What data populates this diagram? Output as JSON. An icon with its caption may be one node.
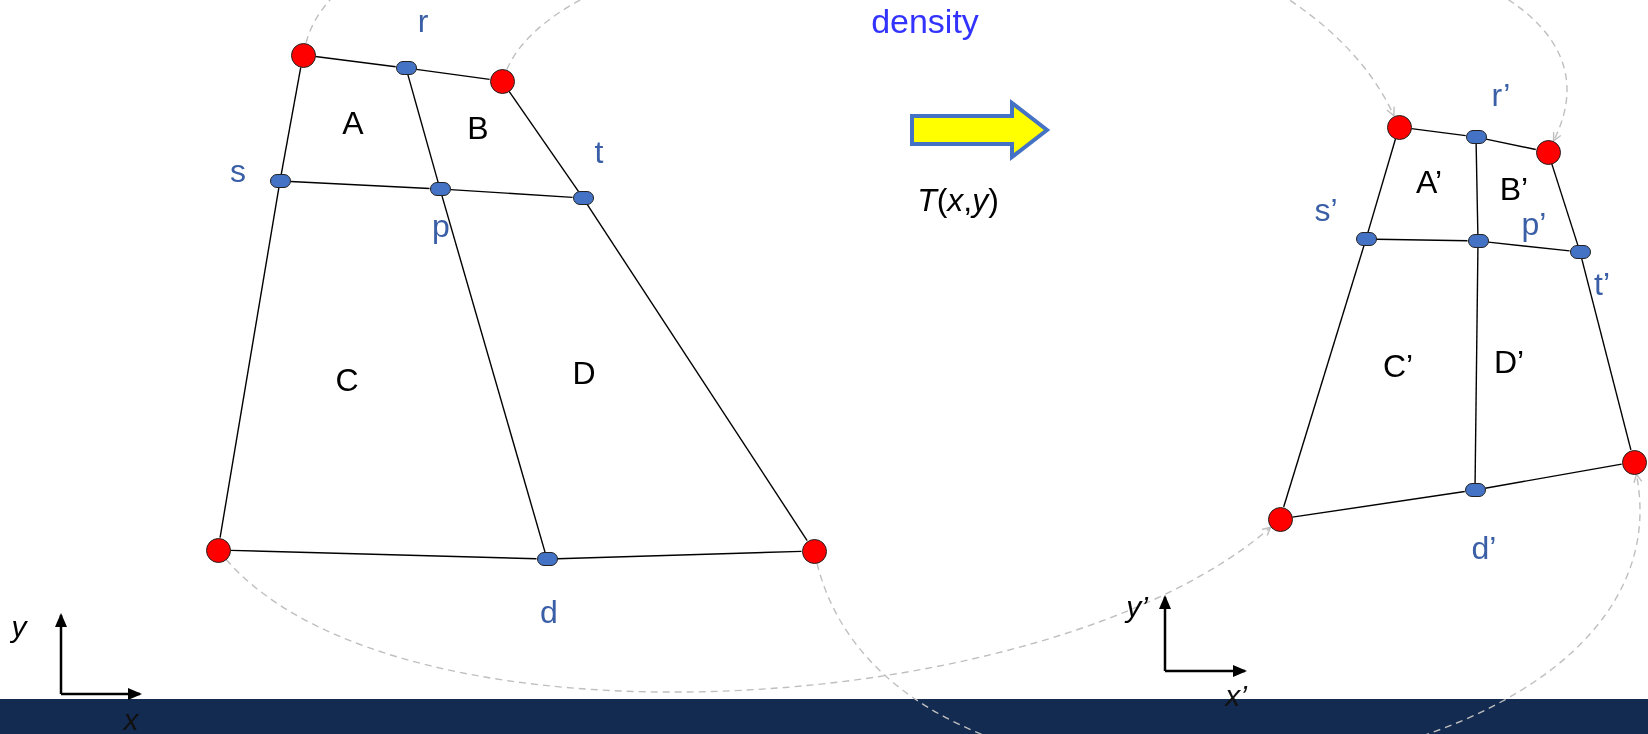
{
  "diagram": {
    "nodes": [
      {
        "text": [],
        "shape": "circle"
      },
      {
        "text": [],
        "shape": "circle",
        "beside": [
          "r"
        ]
      },
      {
        "text": [],
        "shape": "circle"
      },
      {
        "text": [],
        "shape": "circle",
        "beside": [
          "s"
        ]
      },
      {
        "text": [],
        "shape": "circle",
        "beside": [
          "p"
        ]
      },
      {
        "text": [],
        "shape": "circle",
        "beside": [
          "t"
        ]
      },
      {
        "text": [],
        "shape": "circle"
      },
      {
        "text": [],
        "shape": "circle",
        "beside": [
          "d"
        ]
      },
      {
        "text": [],
        "shape": "circle"
      },
      {
        "text": [],
        "shape": "circle"
      },
      {
        "text": [],
        "shape": "circle",
        "beside": [
          "r’"
        ]
      },
      {
        "text": [],
        "shape": "circle"
      },
      {
        "text": [],
        "shape": "circle",
        "beside": [
          "s’"
        ]
      },
      {
        "text": [],
        "shape": "circle",
        "beside": [
          "p’"
        ]
      },
      {
        "text": [],
        "shape": "circle",
        "beside": [
          "t’"
        ]
      },
      {
        "text": [],
        "shape": "circle"
      },
      {
        "text": [],
        "shape": "circle",
        "beside": [
          "d’"
        ]
      },
      {
        "text": [],
        "shape": "circle"
      }
    ],
    "edges": [
      {
        "from": 0,
        "to": 1,
        "arrow": "none"
      },
      {
        "from": 1,
        "to": 2,
        "arrow": "none"
      },
      {
        "from": 0,
        "to": 3,
        "arrow": "none"
      },
      {
        "from": 3,
        "to": 6,
        "arrow": "none"
      },
      {
        "from": 3,
        "to": 4,
        "arrow": "none"
      },
      {
        "from": 4,
        "to": 5,
        "arrow": "none"
      },
      {
        "from": 2,
        "to": 5,
        "arrow": "none"
      },
      {
        "from": 5,
        "to": 8,
        "arrow": "none"
      },
      {
        "from": 6,
        "to": 7,
        "arrow": "none"
      },
      {
        "from": 7,
        "to": 8,
        "arrow": "none"
      },
      {
        "from": 1,
        "to": 4,
        "arrow": "none"
      },
      {
        "from": 4,
        "to": 7,
        "arrow": "none"
      },
      {
        "from": 9,
        "to": 10,
        "arrow": "none"
      },
      {
        "from": 10,
        "to": 11,
        "arrow": "none"
      },
      {
        "from": 9,
        "to": 12,
        "arrow": "none"
      },
      {
        "from": 12,
        "to": 15,
        "arrow": "none"
      },
      {
        "from": 12,
        "to": 13,
        "arrow": "none"
      },
      {
        "from": 13,
        "to": 14,
        "arrow": "none"
      },
      {
        "from": 11,
        "to": 14,
        "arrow": "none"
      },
      {
        "from": 14,
        "to": 17,
        "arrow": "none"
      },
      {
        "from": 15,
        "to": 16,
        "arrow": "none"
      },
      {
        "from": 16,
        "to": 17,
        "arrow": "none"
      },
      {
        "from": 10,
        "to": 13,
        "arrow": "none"
      },
      {
        "from": 13,
        "to": 16,
        "arrow": "none"
      },
      {
        "from": 0,
        "to": 9,
        "arrow": "to",
        "style": "dashed",
        "color": "#bfbfbf"
      },
      {
        "from": 2,
        "to": 11,
        "arrow": "to",
        "style": "dashed",
        "color": "#bfbfbf"
      },
      {
        "from": 6,
        "to": 15,
        "arrow": "to",
        "style": "dashed",
        "color": "#bfbfbf"
      },
      {
        "from": 8,
        "to": 17,
        "arrow": "to",
        "style": "dashed",
        "color": "#bfbfbf"
      }
    ],
    "labels": [
      "density",
      "*T*(*x*,*y*)",
      "A",
      "B",
      "C",
      "D",
      "A’",
      "B’",
      "C’",
      "D’",
      "y",
      "x",
      "y’",
      "x’"
    ]
  }
}
